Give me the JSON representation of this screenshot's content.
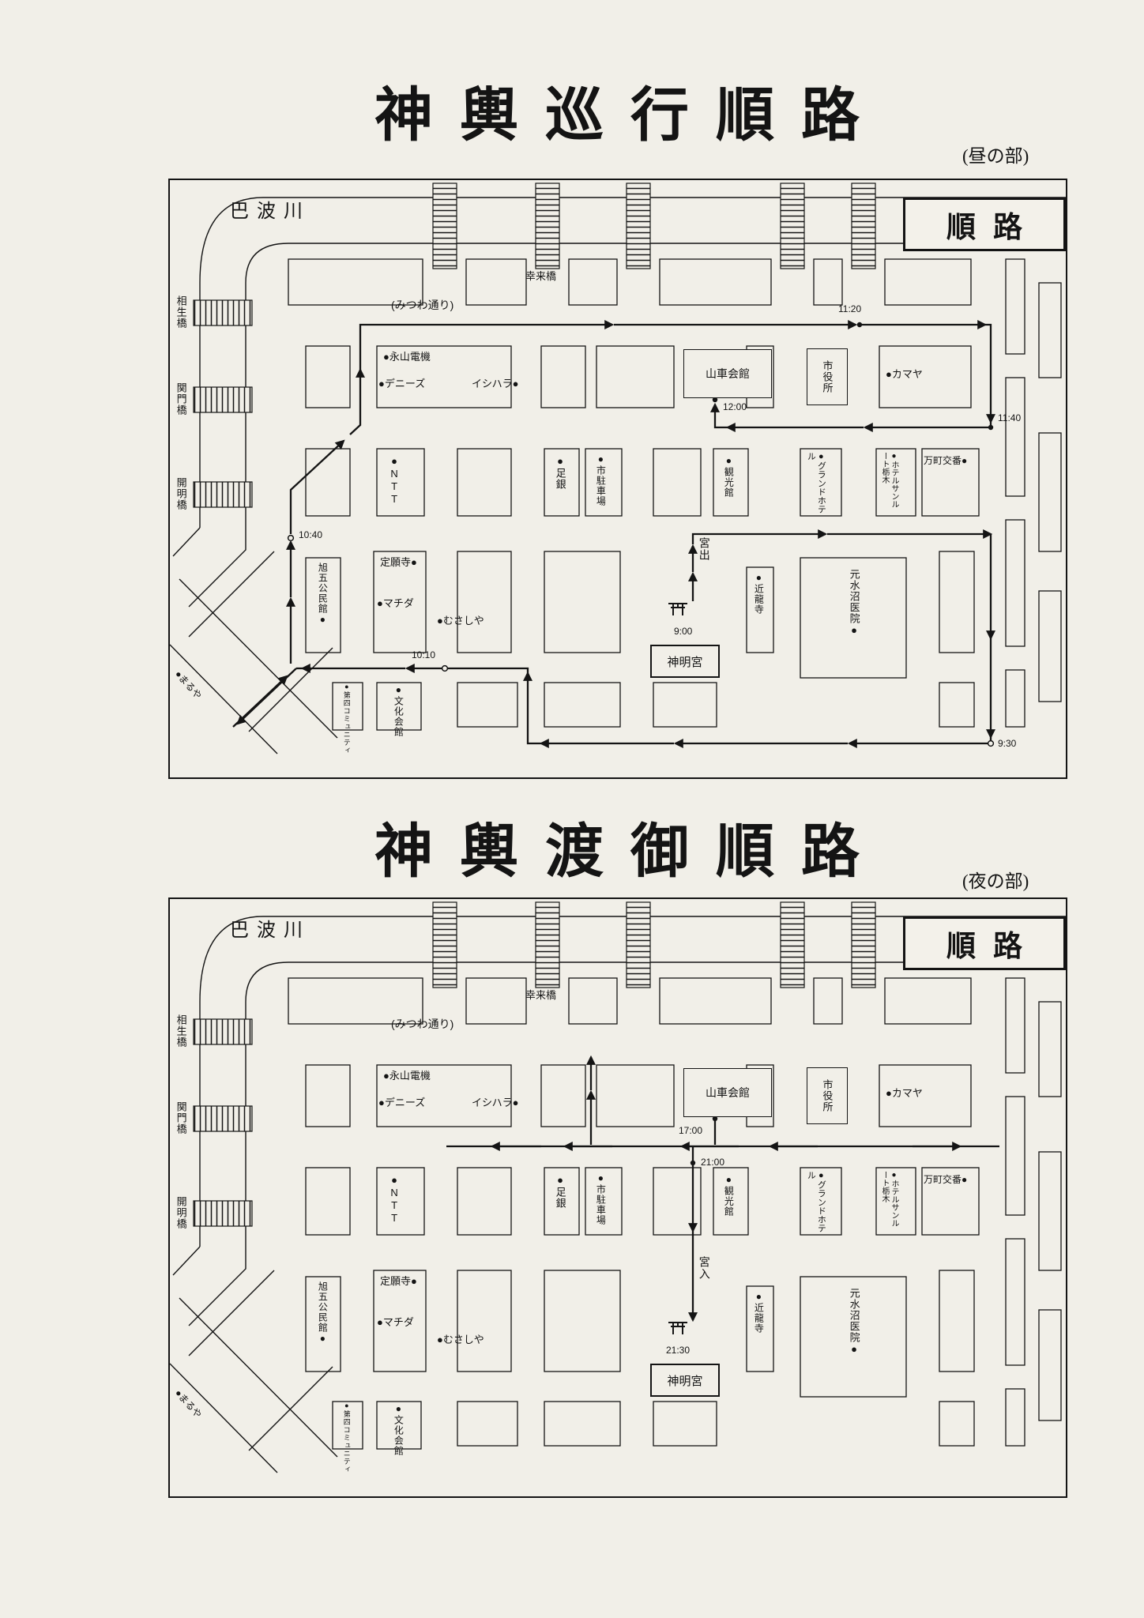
{
  "doc": {
    "day_title": "神輿巡行順路",
    "day_subtitle": "(昼の部)",
    "night_title": "神輿渡御順路",
    "night_subtitle": "(夜の部)"
  },
  "legend": {
    "junro": "順路"
  },
  "map": {
    "river": "巴波川",
    "street_mitsuwa": "(みつわ通り)",
    "bridge_korai": "幸来橋",
    "bridge_aioi": "相生橋",
    "bridge_kanmon": "関門橋",
    "bridge_kaimei": "開明橋",
    "nagayama": "●永山電機",
    "dennys": "●デニーズ",
    "ishihara": "イシハラ●",
    "dashi_kaikan": "山車会館",
    "shiyakusho": "市役所",
    "kamaya": "●カマヤ",
    "ntt": "●NTT",
    "ashigin": "●足銀",
    "parking": "●市駐車場",
    "kankokan": "●観光館",
    "grand_hotel": "●グランドホテル",
    "hotel_sunroute": "●ホテルサンルート栃木",
    "koban": "万町交番●",
    "joganji": "定願寺●",
    "machida": "●マチダ",
    "asahi_kominkan": "旭五公民館●",
    "musashiya": "●むさしや",
    "kinryuji": "●近龍寺",
    "mizunuma": "元水沼医院●",
    "shinmeigu": "神明宮",
    "bunka_kaikan": "●文化会館",
    "daiyon": "●第四コミュニティ",
    "maruya": "●まるや"
  },
  "day": {
    "miyade": "宮出",
    "times": {
      "depart": "9:00",
      "t0930": "9:30",
      "t1010": "10:10",
      "t1040": "10:40",
      "t1120": "11:20",
      "t1140": "11:40",
      "t1200": "12:00"
    }
  },
  "night": {
    "miyairi": "宮入",
    "times": {
      "t1700": "17:00",
      "t2100": "21:00",
      "t2130": "21:30"
    }
  }
}
